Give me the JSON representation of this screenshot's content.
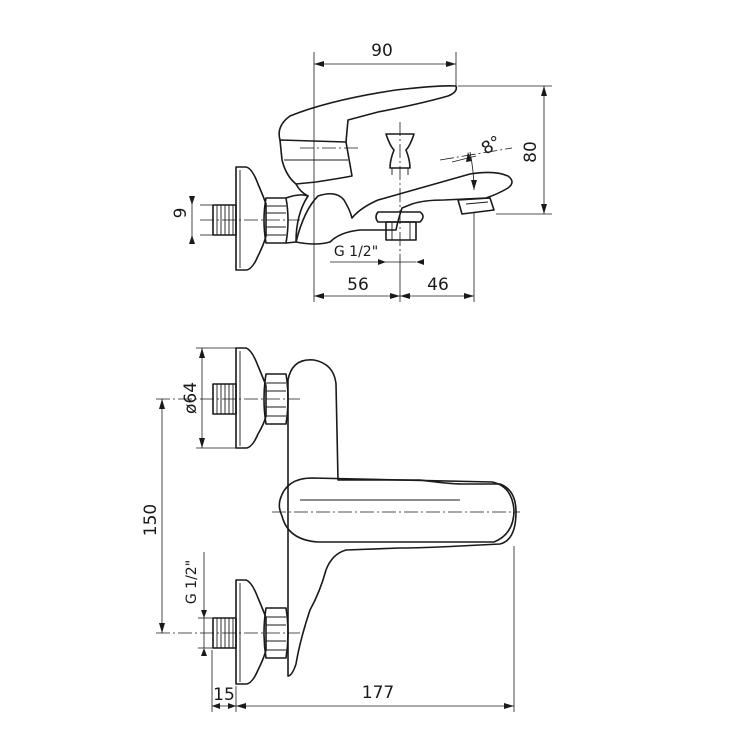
{
  "dimensions": {
    "top_width": "90",
    "height": "80",
    "spout_angle": "8°",
    "flange_depth": "9",
    "thread_label": "G 1/2\"",
    "left_offset": "56",
    "right_offset": "46",
    "flange_diameter": "ø64",
    "center_distance": "150",
    "inlet_thread": "G 1/2\"",
    "wall_offset": "15",
    "total_length": "177"
  }
}
